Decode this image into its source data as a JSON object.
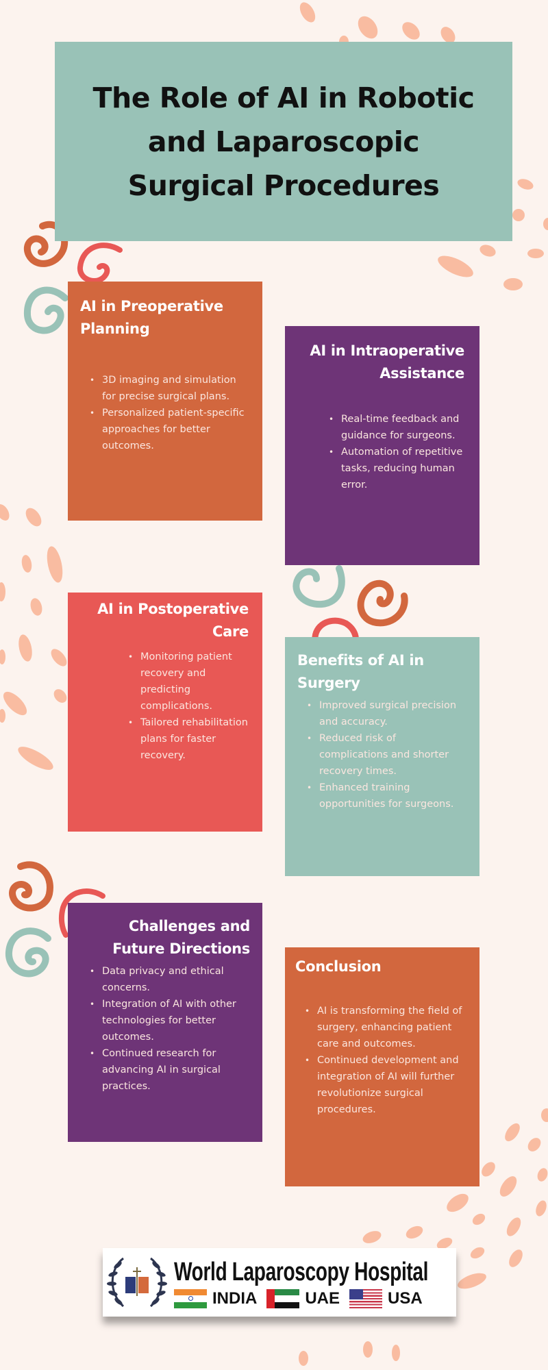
{
  "title": "The Role of AI in Robotic and Laparoscopic Surgical Procedures",
  "colors": {
    "background": "#fcf3ee",
    "teal": "#99c2b7",
    "orange": "#d2673e",
    "purple": "#6e3477",
    "red": "#e85855",
    "peach": "#f9bca1"
  },
  "sections": [
    {
      "heading": "AI in Preoperative Planning",
      "items": [
        "3D imaging and simulation for precise surgical plans.",
        "Personalized patient-specific approaches for better outcomes."
      ]
    },
    {
      "heading": "AI in Intraoperative Assistance",
      "items": [
        "Real-time feedback and guidance for surgeons.",
        "Automation of repetitive tasks, reducing human error."
      ]
    },
    {
      "heading": "AI in Postoperative Care",
      "items": [
        "Monitoring patient recovery and predicting complications.",
        "Tailored rehabilitation plans for faster recovery."
      ]
    },
    {
      "heading": "Benefits of AI in Surgery",
      "items": [
        "Improved surgical precision and accuracy.",
        "Reduced risk of complications and shorter recovery times.",
        "Enhanced training opportunities for surgeons."
      ]
    },
    {
      "heading": "Challenges and Future Directions",
      "items": [
        "Data privacy and ethical concerns.",
        "Integration of AI with other technologies for better outcomes.",
        "Continued research for advancing AI in surgical practices."
      ]
    },
    {
      "heading": "Conclusion",
      "items": [
        "AI is transforming the field of surgery, enhancing patient care and outcomes.",
        "Continued development and integration of AI will further revolutionize surgical procedures."
      ]
    }
  ],
  "logo": {
    "name": "World Laparoscopy Hospital",
    "countries": [
      "INDIA",
      "UAE",
      "USA"
    ]
  }
}
